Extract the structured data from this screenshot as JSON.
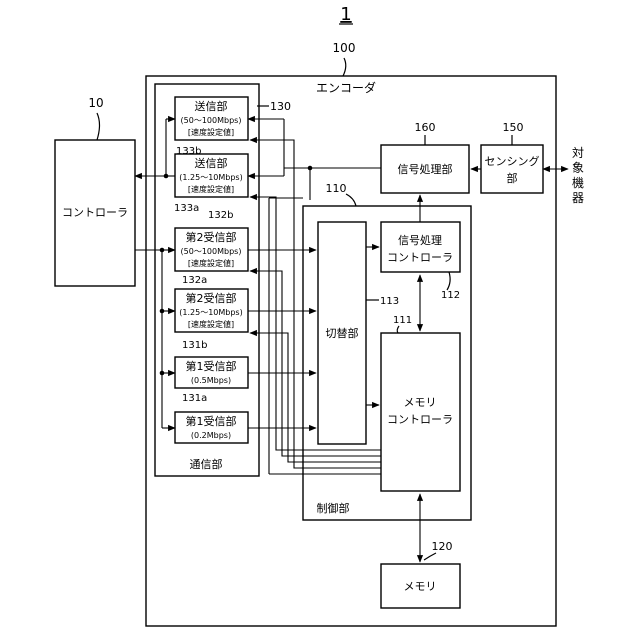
{
  "figure_number": "1",
  "encoder": {
    "ref": "100",
    "label": "エンコーダ"
  },
  "controller": {
    "ref": "10",
    "label": "コントローラ"
  },
  "comm_unit": {
    "label": "通信部",
    "ref": "130"
  },
  "tx_high": {
    "title": "送信部",
    "rate": "(50〜100Mbps)",
    "setting": "[速度設定値]",
    "ref": "133b"
  },
  "tx_low": {
    "title": "送信部",
    "rate": "(1.25〜10Mbps)",
    "setting": "[速度設定値]",
    "ref": "133a"
  },
  "rx2_high": {
    "title": "第2受信部",
    "rate": "(50〜100Mbps)",
    "setting": "[速度設定値]",
    "ref": "132b"
  },
  "rx2_low": {
    "title": "第2受信部",
    "rate": "(1.25〜10Mbps)",
    "setting": "[速度設定値]",
    "ref": "132a"
  },
  "rx1_high": {
    "title": "第1受信部",
    "rate": "(0.5Mbps)",
    "ref": "131b"
  },
  "rx1_low": {
    "title": "第1受信部",
    "rate": "(0.2Mbps)",
    "ref": "131a"
  },
  "switch_unit": {
    "label": "切替部",
    "ref": "113"
  },
  "control_unit": {
    "label": "制御部",
    "ref": "110"
  },
  "signal_proc_controller": {
    "line1": "信号処理",
    "line2": "コントローラ",
    "ref": "112"
  },
  "memory_controller": {
    "line1": "メモリ",
    "line2": "コントローラ",
    "ref": "111"
  },
  "signal_processor": {
    "label": "信号処理部",
    "ref": "160"
  },
  "sensing_unit": {
    "line1": "センシング",
    "line2": "部",
    "ref": "150"
  },
  "memory": {
    "label": "メモリ",
    "ref": "120"
  },
  "target_device": {
    "chars": [
      "対",
      "象",
      "機",
      "器"
    ]
  }
}
